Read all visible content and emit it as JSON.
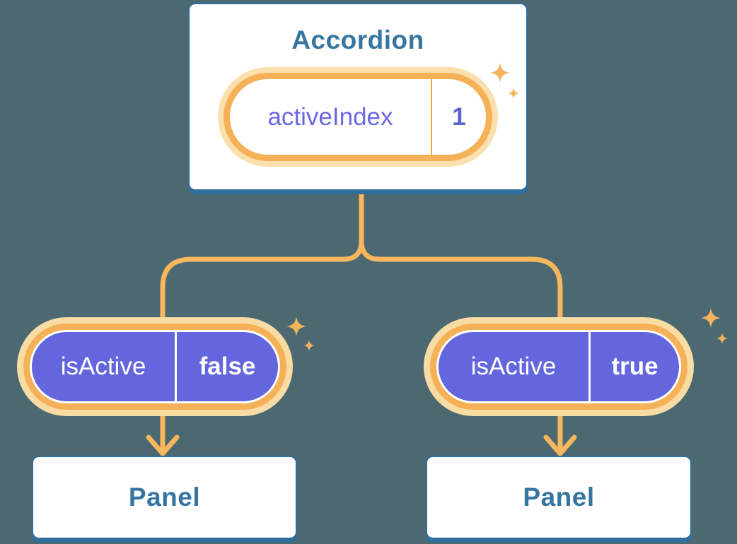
{
  "canvas": {
    "background": "#4C6972"
  },
  "accordion": {
    "title": "Accordion",
    "state_pill": {
      "name": "activeIndex",
      "value": "1"
    }
  },
  "branches": [
    {
      "side": "left",
      "prop_pill": {
        "name": "isActive",
        "value": "false"
      },
      "panel": {
        "label": "Panel"
      }
    },
    {
      "side": "right",
      "prop_pill": {
        "name": "isActive",
        "value": "true"
      },
      "panel": {
        "label": "Panel"
      }
    }
  ],
  "icons": {
    "sparkle": "sparkle-icon"
  },
  "colors": {
    "background": "#4C6972",
    "card_fill": "#FFFFFF",
    "card_border": "#2F6F9E",
    "title_text": "#35759F",
    "pill_purple": "#6366DC",
    "pill_text": "#FFFFFF",
    "state_name_text": "#6A68E3",
    "state_value_text": "#5B60D4",
    "ring_orange": "#F5B158",
    "ring_glow": "#F9DCA4",
    "connector_orange": "#F8B75D",
    "sparkle_orange": "#F4B35C"
  }
}
